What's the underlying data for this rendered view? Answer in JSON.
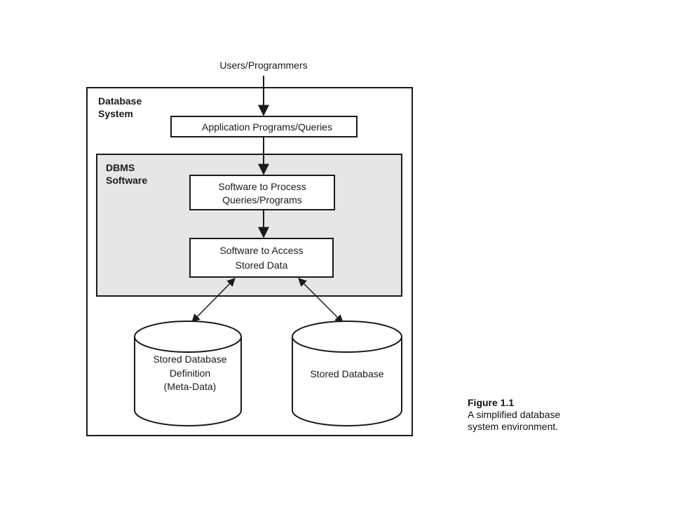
{
  "diagram": {
    "top_label": "Users/Programmers",
    "database_system_label": [
      "Database",
      "System"
    ],
    "app_box_label": "Application Programs/Queries",
    "dbms_label": [
      "DBMS",
      "Software"
    ],
    "process_box_label": [
      "Software to Process",
      "Queries/Programs"
    ],
    "access_box_label": [
      "Software to Access",
      "Stored Data"
    ],
    "meta_cylinder_label": [
      "Stored Database",
      "Definition",
      "(Meta-Data)"
    ],
    "db_cylinder_label": "Stored Database"
  },
  "caption": {
    "figure": "Figure 1.1",
    "text": [
      "A simplified database",
      "system environment."
    ]
  },
  "colors": {
    "stroke": "#1a1a1a",
    "dbms_fill": "#e6e6e6",
    "background": "#ffffff"
  }
}
